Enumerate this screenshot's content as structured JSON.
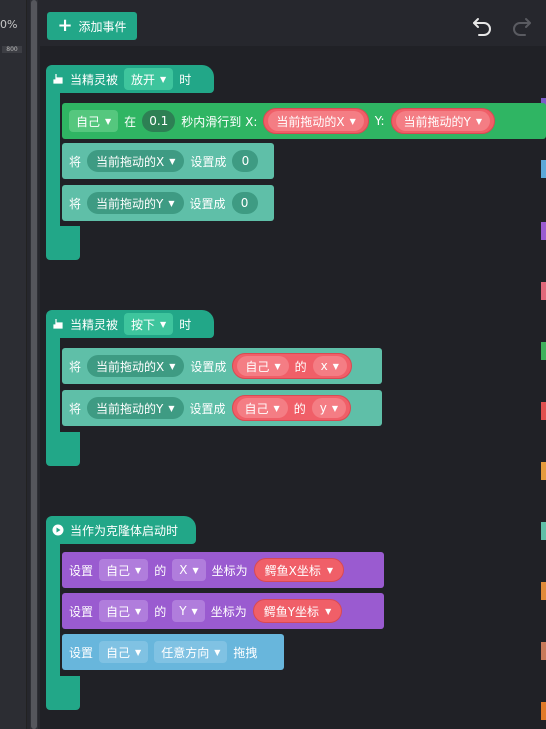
{
  "left": {
    "zoom": "0%",
    "ruler": "800"
  },
  "toolbar": {
    "add_event_label": "添加事件",
    "add_event_icon": "plus-icon",
    "undo_icon": "undo-icon",
    "redo_icon": "redo-icon"
  },
  "scripts": [
    {
      "hat": {
        "prefix": "当精灵被",
        "option": "放开",
        "suffix": "时",
        "icon": "hand-icon"
      },
      "blocks": [
        {
          "target": "自己",
          "in": "在",
          "secs": "0.1",
          "glide": "秒内滑行到 X:",
          "xval": "当前拖动的X",
          "ylabel": "Y:",
          "yval": "当前拖动的Y"
        },
        {
          "verb": "将",
          "var": "当前拖动的X",
          "set": "设置成",
          "value": "0"
        },
        {
          "verb": "将",
          "var": "当前拖动的Y",
          "set": "设置成",
          "value": "0"
        }
      ]
    },
    {
      "hat": {
        "prefix": "当精灵被",
        "option": "按下",
        "suffix": "时",
        "icon": "hand-icon"
      },
      "blocks": [
        {
          "verb": "将",
          "var": "当前拖动的X",
          "set": "设置成",
          "obj": "自己",
          "of": "的",
          "prop": "x"
        },
        {
          "verb": "将",
          "var": "当前拖动的Y",
          "set": "设置成",
          "obj": "自己",
          "of": "的",
          "prop": "y"
        }
      ]
    },
    {
      "hat": {
        "label": "当作为克隆体启动时",
        "icon": "play-icon"
      },
      "blocks": [
        {
          "verb": "设置",
          "target": "自己",
          "of": "的",
          "axis": "X",
          "coord": "坐标为",
          "value": "鳄鱼X坐标"
        },
        {
          "verb": "设置",
          "target": "自己",
          "of": "的",
          "axis": "Y",
          "coord": "坐标为",
          "value": "鳄鱼Y坐标"
        },
        {
          "verb": "设置",
          "target": "自己",
          "dir": "任意方向",
          "drag": "拖拽"
        }
      ]
    }
  ],
  "colors": {
    "event": "#22a788",
    "motion": "#2fb563",
    "variable": "#5fbfa8",
    "looks": "#9a5bd0",
    "sensing": "#68b6dc",
    "reporter": "#f05f68",
    "background": "#202126"
  },
  "category_ticks": [
    "#7a5cc9",
    "#5ca8d8",
    "#9a5bd0",
    "#e0677a",
    "#3fb15c",
    "#e0504f",
    "#e59a3d",
    "#5fbfa8",
    "#e08a3a",
    "#c87a5a",
    "#e07a2a"
  ]
}
